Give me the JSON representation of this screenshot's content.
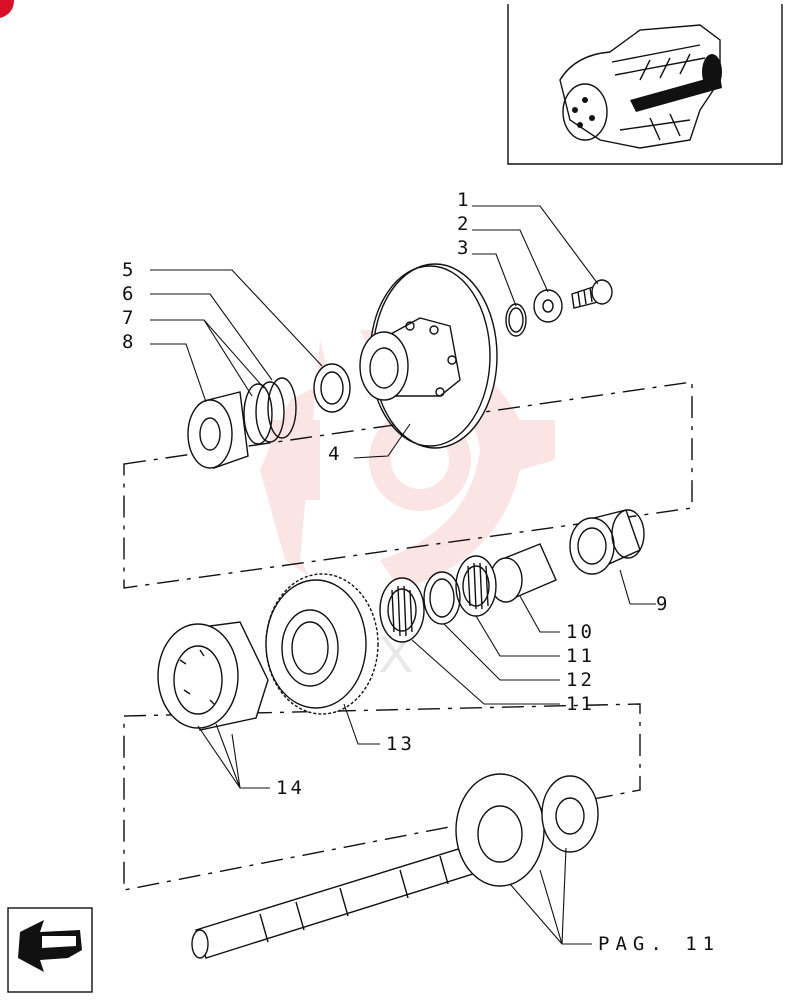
{
  "labels": {
    "l1": "1",
    "l2": "2",
    "l3": "3",
    "l4": "4",
    "l5": "5",
    "l6": "6",
    "l7": "7",
    "l8": "8",
    "l9": "9",
    "l10": "10",
    "l11a": "11",
    "l12": "12",
    "l11b": "11",
    "l13": "13",
    "l14": "14"
  },
  "page_ref": "PAG. 11",
  "watermark_text": "TEX",
  "colors": {
    "ink": "#111111",
    "watermark": "#f4b3b3",
    "corner_mark": "#d8102a"
  }
}
